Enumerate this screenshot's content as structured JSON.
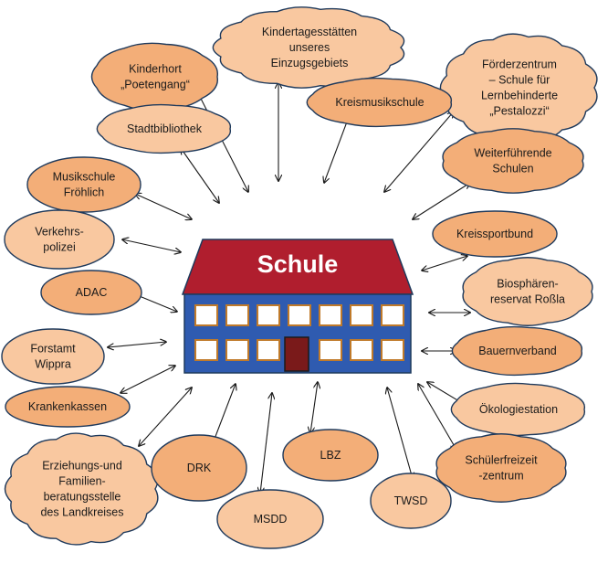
{
  "center": {
    "label": "Schule"
  },
  "partners": [
    {
      "id": "kindertagesstaetten",
      "lines": [
        "Kindertagesstätten",
        "unseres",
        "Einzugsgebiets"
      ]
    },
    {
      "id": "kinderhort",
      "lines": [
        "Kinderhort",
        "„Poetengang“"
      ]
    },
    {
      "id": "foerderzentrum",
      "lines": [
        "Förderzentrum",
        "– Schule für",
        "Lernbehinderte",
        "„Pestalozzi“"
      ]
    },
    {
      "id": "kreismusikschule",
      "lines": [
        "Kreismusikschule"
      ]
    },
    {
      "id": "stadtbibliothek",
      "lines": [
        "Stadtbibliothek"
      ]
    },
    {
      "id": "weiterfuehrende-schulen",
      "lines": [
        "Weiterführende",
        "Schulen"
      ]
    },
    {
      "id": "musikschule",
      "lines": [
        "Musikschule",
        "Fröhlich"
      ]
    },
    {
      "id": "verkehrspolizei",
      "lines": [
        "Verkehrs-",
        "polizei"
      ]
    },
    {
      "id": "kreissportbund",
      "lines": [
        "Kreissportbund"
      ]
    },
    {
      "id": "biosphaerenreservat",
      "lines": [
        "Biosphären-",
        "reservat Roßla"
      ]
    },
    {
      "id": "adac",
      "lines": [
        "ADAC"
      ]
    },
    {
      "id": "forstamt",
      "lines": [
        "Forstamt",
        "Wippra"
      ]
    },
    {
      "id": "bauernverband",
      "lines": [
        "Bauernverband"
      ]
    },
    {
      "id": "krankenkassen",
      "lines": [
        "Krankenkassen"
      ]
    },
    {
      "id": "oekologiestation",
      "lines": [
        "Ökologiestation"
      ]
    },
    {
      "id": "erziehungsberatung",
      "lines": [
        "Erziehungs-und",
        "Familien-",
        "beratungsstelle",
        "des Landkreises"
      ]
    },
    {
      "id": "drk",
      "lines": [
        "DRK"
      ]
    },
    {
      "id": "lbz",
      "lines": [
        "LBZ"
      ]
    },
    {
      "id": "schuelerfreizeitzentrum",
      "lines": [
        "Schülerfreizeit",
        "-zentrum"
      ]
    },
    {
      "id": "twsd",
      "lines": [
        "TWSD"
      ]
    },
    {
      "id": "msdd",
      "lines": [
        "MSDD"
      ]
    }
  ],
  "colors": {
    "roof": "#b01e2e",
    "wall": "#2f5bb0",
    "window": "#ffffff",
    "door": "#7a1a1a",
    "cloud": "#f9c8a0",
    "outline": "#1f3a5c"
  }
}
